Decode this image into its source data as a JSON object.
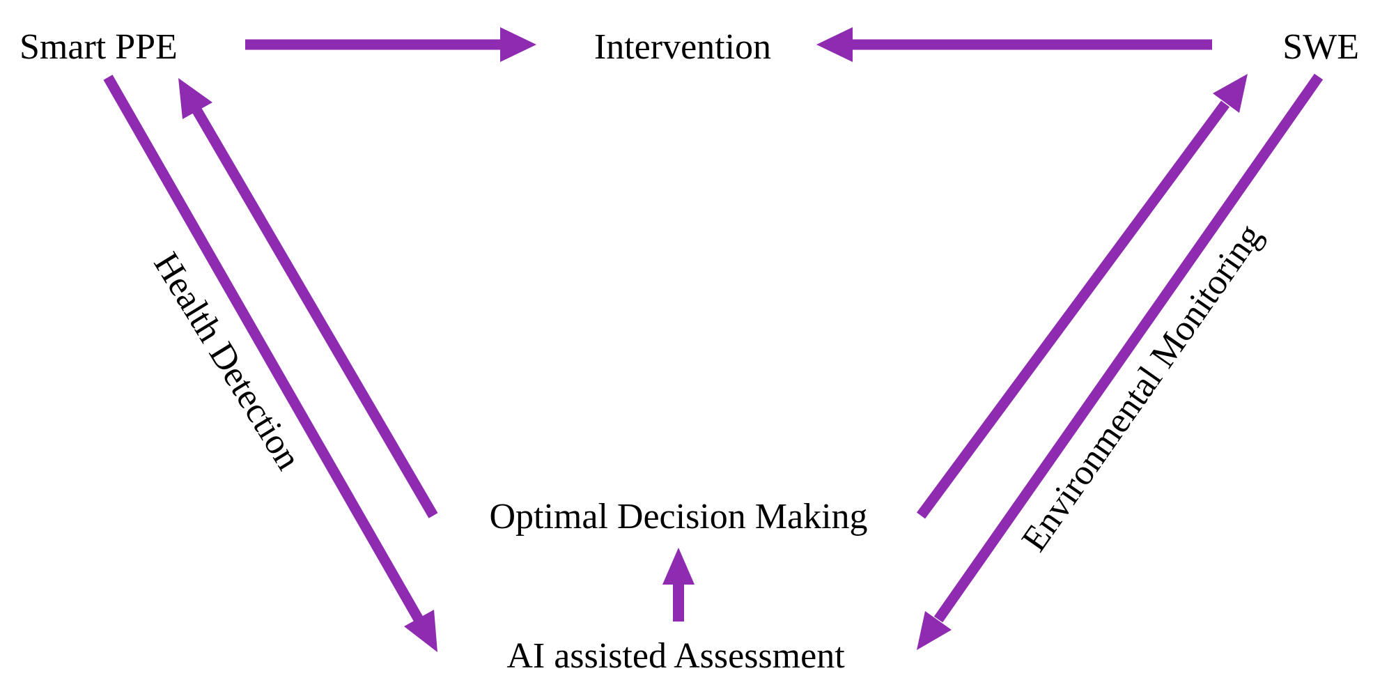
{
  "colors": {
    "arrow": "#8e2bb0",
    "text": "#000000",
    "background": "#ffffff"
  },
  "nodes": {
    "smart_ppe": "Smart PPE",
    "intervention": "Intervention",
    "swe": "SWE",
    "optimal_decision": "Optimal Decision Making",
    "ai_assessment": "AI assisted Assessment"
  },
  "edge_labels": {
    "health_detection": "Health Detection",
    "environmental_monitoring": "Environmental Monitoring"
  },
  "edges": [
    {
      "from": "Smart PPE",
      "to": "Intervention"
    },
    {
      "from": "SWE",
      "to": "Intervention"
    },
    {
      "from": "Smart PPE",
      "to": "AI assisted Assessment",
      "label": "Health Detection"
    },
    {
      "from": "Optimal Decision Making",
      "to": "Smart PPE"
    },
    {
      "from": "Optimal Decision Making",
      "to": "SWE"
    },
    {
      "from": "SWE",
      "to": "AI assisted Assessment",
      "label": "Environmental Monitoring"
    },
    {
      "from": "AI assisted Assessment",
      "to": "Optimal Decision Making"
    }
  ]
}
